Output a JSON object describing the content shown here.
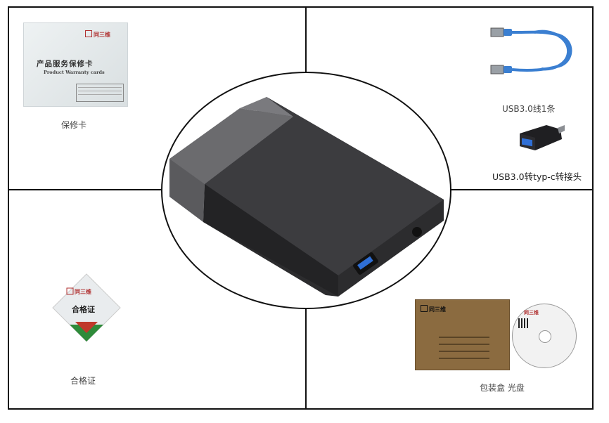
{
  "labels": {
    "warranty_card": "保修卡",
    "usb_cable": "USB3.0线1条",
    "usb_adapter": "USB3.0转typ-c转接头",
    "certificate": "合格证",
    "box_disc": "包装盒  光盘"
  },
  "warranty_card": {
    "brand": "同三维",
    "title": "产品服务保修卡",
    "subtitle": "Product Warranty cards"
  },
  "certificate_card": {
    "brand": "同三维",
    "title": "合格证"
  },
  "package": {
    "brand": "同三维"
  },
  "disc": {
    "brand": "同三维"
  },
  "colors": {
    "cable_blue": "#3b7fd1",
    "device_dark": "#3a3a3c",
    "device_cap": "#6b6b6e",
    "box_brown": "#8b6b40",
    "brand_red": "#b03030"
  }
}
